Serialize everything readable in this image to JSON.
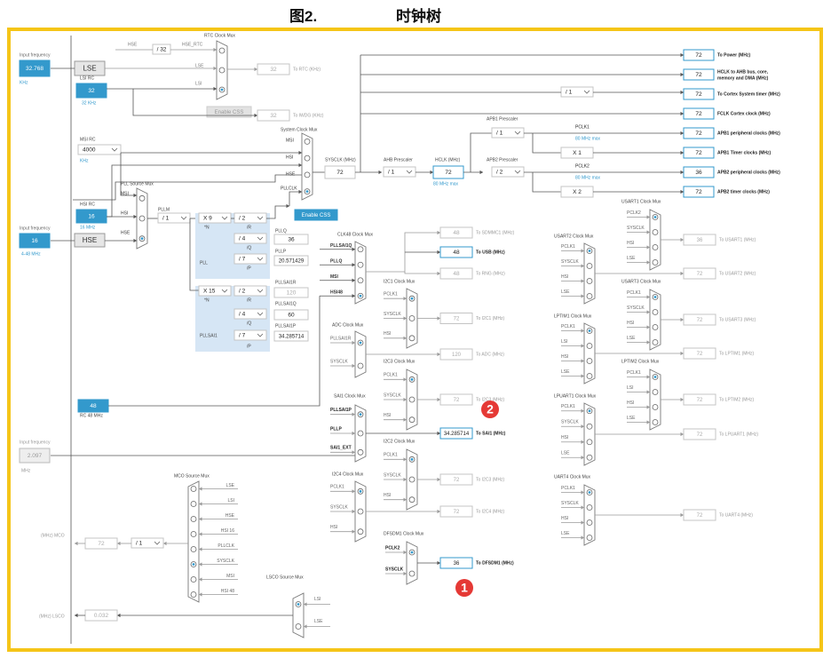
{
  "heading": {
    "figure_no": "图2.",
    "title": "时钟树"
  },
  "inputs": {
    "lse_input_label": "Input frequency",
    "lse_value": "32.768",
    "lse_unit": "KHz",
    "lse_name": "LSE",
    "lsi_rc_label": "LSI RC",
    "lsi_value": "32",
    "lsi_unit": "32 KHz",
    "msi_rc_label": "MSI RC",
    "msi_value": "4000",
    "msi_unit": "KHz",
    "hsi_rc_label": "HSI RC",
    "hsi_value": "16",
    "hsi_unit": "16 MHz",
    "hse_input_label": "Input frequency",
    "hse_value": "16",
    "hse_name": "HSE",
    "hse_range": "4-48 MHz",
    "rc48_value": "48",
    "rc48_label": "RC 48 MHz",
    "ext_input_label": "Input frequency",
    "ext_value": "2.097",
    "ext_unit": "MHz"
  },
  "rtc": {
    "mux_title": "RTC Clock Mux",
    "hse": "HSE",
    "div": "/ 32",
    "hse_rtc": "HSE_RTC",
    "lse": "LSE",
    "lsi": "LSI",
    "out_value": "32",
    "out_label": "To RTC (KHz)",
    "enable_css": "Enable CSS",
    "iwdg_value": "32",
    "iwdg_label": "To IWDG (KHz)"
  },
  "sysmux": {
    "title": "System Clock Mux",
    "msi": "MSI",
    "hsi": "HSI",
    "hse": "HSE",
    "pllclk": "PLLCLK",
    "sysclk_label": "SYSCLK (MHz)",
    "sysclk_value": "72",
    "enable_css": "Enable CSS"
  },
  "ahb": {
    "prescaler_label": "AHB Prescaler",
    "prescaler": "/ 1",
    "hclk_label": "HCLK (MHz)",
    "hclk_value": "72",
    "hclk_max": "80 MHz max"
  },
  "apb1": {
    "prescaler_label": "APB1 Prescaler",
    "prescaler": "/ 1",
    "pclk_label": "PCLK1",
    "pclk_max": "80 MHz max",
    "timer_mult": "X 1"
  },
  "apb2": {
    "prescaler_label": "APB2 Prescaler",
    "prescaler": "/ 2",
    "pclk_label": "PCLK2",
    "pclk_max": "80 MHz max",
    "timer_mult": "X 2"
  },
  "cortex_div": "/ 1",
  "outputs": [
    {
      "value": "72",
      "label": "To Power (MHz)"
    },
    {
      "value": "72",
      "label": "HCLK to AHB bus, core,",
      "label2": "memory and DMA (MHz)"
    },
    {
      "value": "72",
      "label": "To Cortex System timer (MHz)"
    },
    {
      "value": "72",
      "label": "FCLK Cortex clock (MHz)"
    },
    {
      "value": "72",
      "label": "APB1 peripheral clocks (MHz)"
    },
    {
      "value": "72",
      "label": "APB1 Timer clocks (MHz)"
    },
    {
      "value": "36",
      "label": "APB2 peripheral clocks (MHz)"
    },
    {
      "value": "72",
      "label": "APB2 timer clocks (MHz)"
    }
  ],
  "pll": {
    "source_title": "PLL Source Mux",
    "msi": "MSI",
    "hsi": "HSI",
    "hse": "HSE",
    "pllm_label": "PLLM",
    "pllm": "/ 1",
    "n": "X 9",
    "n_label": "*N",
    "r": "/ 2",
    "r_label": "/R",
    "q": "/ 4",
    "q_label": "/Q",
    "p": "/ 7",
    "p_label": "/P",
    "block_label": "PLL",
    "pllq_label": "PLLQ",
    "pllq_value": "36",
    "pllp_label": "PLLP",
    "pllp_value": "20.571429"
  },
  "pllsai1": {
    "n": "X 15",
    "n_label": "*N",
    "r": "/ 2",
    "r_label": "/R",
    "q": "/ 4",
    "q_label": "/Q",
    "p": "/ 7",
    "p_label": "/P",
    "block_label": "PLLSAI1",
    "r_out_label": "PLLSAI1R",
    "r_out_value": "120",
    "q_out_label": "PLLSAI1Q",
    "q_out_value": "60",
    "p_out_label": "PLLSAI1P",
    "p_out_value": "34.285714"
  },
  "clk48": {
    "title": "CLK48 Clock Mux",
    "inputs": [
      "PLLSAI1Q",
      "PLLQ",
      "MSI",
      "HSI48"
    ],
    "sdmmc_value": "48",
    "sdmmc_label": "To SDMMC1 (MHz)",
    "usb_value": "48",
    "usb_label": "To USB (MHz)",
    "rng_value": "48",
    "rng_label": "To RNG (MHz)"
  },
  "i2c1": {
    "title": "I2C1 Clock Mux",
    "inputs": [
      "PCLK1",
      "SYSCLK",
      "HSI"
    ],
    "value": "72",
    "label": "To I2C1 (MHz)"
  },
  "adc": {
    "title": "ADC Clock Mux",
    "inputs": [
      "PLLSAI1R",
      "SYSCLK"
    ],
    "value": "120",
    "label": "To ADC (MHz)"
  },
  "i2c3": {
    "title": "I2C3 Clock Mux",
    "inputs": [
      "PCLK1",
      "SYSCLK",
      "HSI"
    ],
    "value": "72",
    "label": "To I2C3 (MHz)"
  },
  "sai1": {
    "title": "SAI1 Clock Mux",
    "inputs": [
      "PLLSAI1P",
      "PLLP",
      "SAI1_EXT"
    ],
    "value": "34.285714",
    "label": "To SAI1 (MHz)"
  },
  "i2c2": {
    "title": "I2C2 Clock Mux",
    "inputs": [
      "PCLK1",
      "SYSCLK",
      "HSI"
    ],
    "value": "72",
    "label": "To I2C3 (MHz)"
  },
  "i2c4": {
    "title": "I2C4 Clock Mux",
    "inputs": [
      "PCLK1",
      "SYSCLK",
      "HSI"
    ],
    "value": "72",
    "label": "To I2C4 (MHz)"
  },
  "dfsdm": {
    "title": "DFSDM1 Clock Mux",
    "inputs": [
      "PCLK2",
      "SYSCLK"
    ],
    "value": "36",
    "label": "To DFSDM1 (MHz)"
  },
  "usart1": {
    "title": "USART1 Clock Mux",
    "inputs": [
      "PCLK2",
      "SYSCLK",
      "HSI",
      "LSE"
    ],
    "value": "36",
    "label": "To USART1 (MHz)"
  },
  "usart2": {
    "title": "USART2 Clock Mux",
    "inputs": [
      "PCLK1",
      "SYSCLK",
      "HSI",
      "LSE"
    ],
    "value": "72",
    "label": "To USART2 (MHz)"
  },
  "usart3": {
    "title": "USART3 Clock Mux",
    "inputs": [
      "PCLK1",
      "SYSCLK",
      "HSI",
      "LSE"
    ],
    "value": "72",
    "label": "To USART3 (MHz)"
  },
  "lptim1": {
    "title": "LPTIM1 Clock Mux",
    "inputs": [
      "PCLK1",
      "LSI",
      "HSI",
      "LSE"
    ],
    "value": "72",
    "label": "To LPTIM1 (MHz)"
  },
  "lptim2": {
    "title": "LPTIM2 Clock Mux",
    "inputs": [
      "PCLK1",
      "LSI",
      "HSI",
      "LSE"
    ],
    "value": "72",
    "label": "To LPTIM2 (MHz)"
  },
  "lpuart1": {
    "title": "LPUART1 Clock Mux",
    "inputs": [
      "PCLK1",
      "SYSCLK",
      "HSI",
      "LSE"
    ],
    "value": "72",
    "label": "To LPUART1 (MHz)"
  },
  "uart4": {
    "title": "UART4 Clock Mux",
    "inputs": [
      "PCLK1",
      "SYSCLK",
      "HSI",
      "LSE"
    ],
    "value": "72",
    "label": "To UART4 (MHz)"
  },
  "mco": {
    "title": "MCO Source Mux",
    "inputs": [
      "LSE",
      "LSI",
      "HSE",
      "HSI 16",
      "PLLCLK",
      "SYSCLK",
      "MSI",
      "HSI 48"
    ],
    "div": "/ 1",
    "value": "72",
    "label": "(MHz) MCO"
  },
  "lsco": {
    "title": "LSCO Source Mux",
    "inputs": [
      "LSI",
      "LSE"
    ],
    "value": "0.032",
    "label": "(MHz) LSCO"
  },
  "markers": [
    "1",
    "2"
  ],
  "colors": {
    "accent": "#3399cc",
    "frame": "#f5c518",
    "pll_bg": "#d6e6f5",
    "marker": "#e53935",
    "disabled": "#b0b0b0"
  }
}
